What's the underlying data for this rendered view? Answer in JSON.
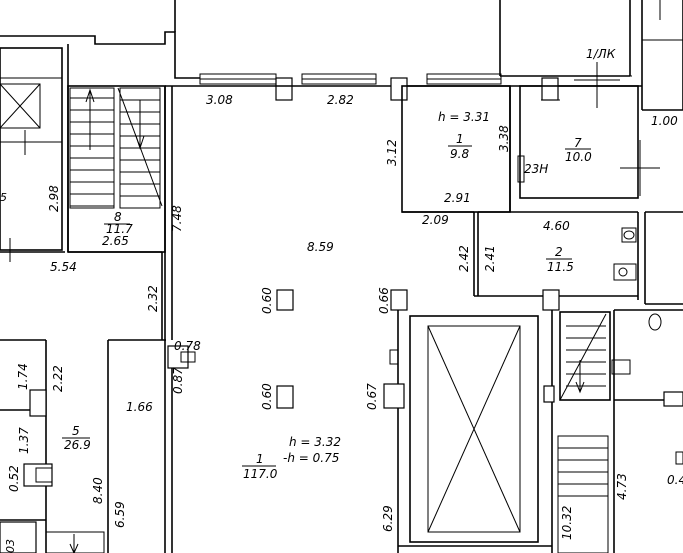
{
  "labels": {
    "d_3_08": "3.08",
    "d_2_82": "2.82",
    "d_h_3_31": "h = 3.31",
    "room_1_num_a": "1",
    "room_1_area_a": "9.8",
    "d_3_38": "3.38",
    "d_3_12": "3.12",
    "d_2_91": "2.91",
    "d_23n": "23Н",
    "room_7_num": "7",
    "room_7_area": "10.0",
    "d_1lk": "1/ЛК",
    "d_1_00": "1.00",
    "d_2_98": "2.98",
    "room_8_num": "8",
    "room_8_area": "11.7",
    "d_2_65": "2.65",
    "d_7_48": "7.48",
    "d_8_59": "8.59",
    "d_2_09": "2.09",
    "d_4_60": "4.60",
    "d_2_42": "2.42",
    "d_2_41": "2.41",
    "room_2_num": "2",
    "room_2_area": "11.5",
    "d_5_54": "5.54",
    "d_2_32": "2.32",
    "d_0_60_a": "0.60",
    "d_0_66": "0.66",
    "d_0_78": "0.78",
    "d_0_87": "0.87",
    "d_1_74": "1.74",
    "d_2_22": "2.22",
    "d_0_60_b": "0.60",
    "d_0_67": "0.67",
    "d_1_66": "1.66",
    "d_1_37": "1.37",
    "room_5_num": "5",
    "room_5_area": "26.9",
    "d_h_3_32": "h = 3.32",
    "d_neg_h_0_75": "-h = 0.75",
    "room_1_num_b": "1",
    "room_1_area_b": "117.0",
    "d_0_52": "0.52",
    "d_8_40": "8.40",
    "d_6_59": "6.59",
    "d_6_29": "6.29",
    "d_10_32": "10.32",
    "d_4_73": "4.73",
    "d_0_4": "0.4",
    "d_03": "03",
    "d_5_edge": "5"
  }
}
